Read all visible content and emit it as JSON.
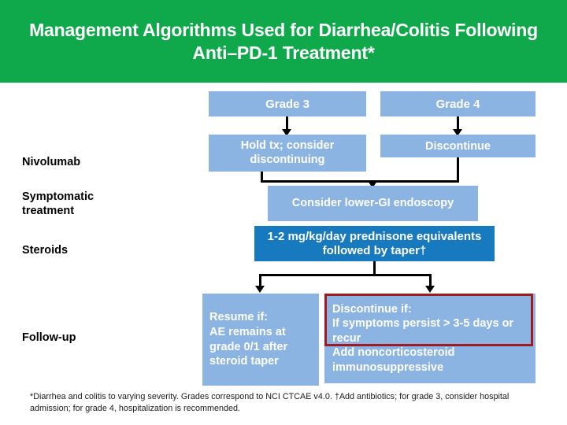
{
  "header": {
    "title": "Management Algorithms Used for Diarrhea/Colitis Following Anti–PD-1 Treatment*",
    "background_color": "#0FA94B",
    "text_color": "#FFFFFF"
  },
  "colors": {
    "banner_green": "#0FA94B",
    "box_light_blue": "#8CB4E2",
    "box_deep_blue": "#1779BE",
    "highlight_red": "#9E1B24",
    "connector_black": "#000000",
    "box_text_white": "#FFFFFF",
    "label_black": "#000000"
  },
  "row_labels": [
    {
      "id": "nivolumab",
      "text": "Nivolumab"
    },
    {
      "id": "symptomatic-treatment",
      "text": "Symptomatic treatment"
    },
    {
      "id": "steroids",
      "text": "Steroids"
    },
    {
      "id": "follow-up",
      "text": "Follow-up"
    }
  ],
  "columns": [
    {
      "id": "grade-3",
      "label": "Grade 3"
    },
    {
      "id": "grade-4",
      "label": "Grade 4"
    }
  ],
  "boxes": {
    "grade3_header": "Grade 3",
    "grade4_header": "Grade 4",
    "grade3_action": "Hold tx; consider discontinuing",
    "grade4_action": "Discontinue",
    "endoscopy": "Consider lower-GI endoscopy",
    "steroids": "1-2 mg/kg/day prednisone equivalents followed by taper†",
    "followup_resume": "Resume if:\nAE remains at grade 0/1 after steroid taper",
    "followup_discontinue": "Discontinue if:\nIf symptoms persist > 3-5 days or recur\nAdd noncorticosteroid immunosuppressive"
  },
  "footnote": {
    "text": "*Diarrhea and colitis to varying severity. Grades correspond to NCI CTCAE v4.0. †Add antibiotics; for grade 3, consider hospital admission;  for grade 4, hospitalization is recommended."
  }
}
